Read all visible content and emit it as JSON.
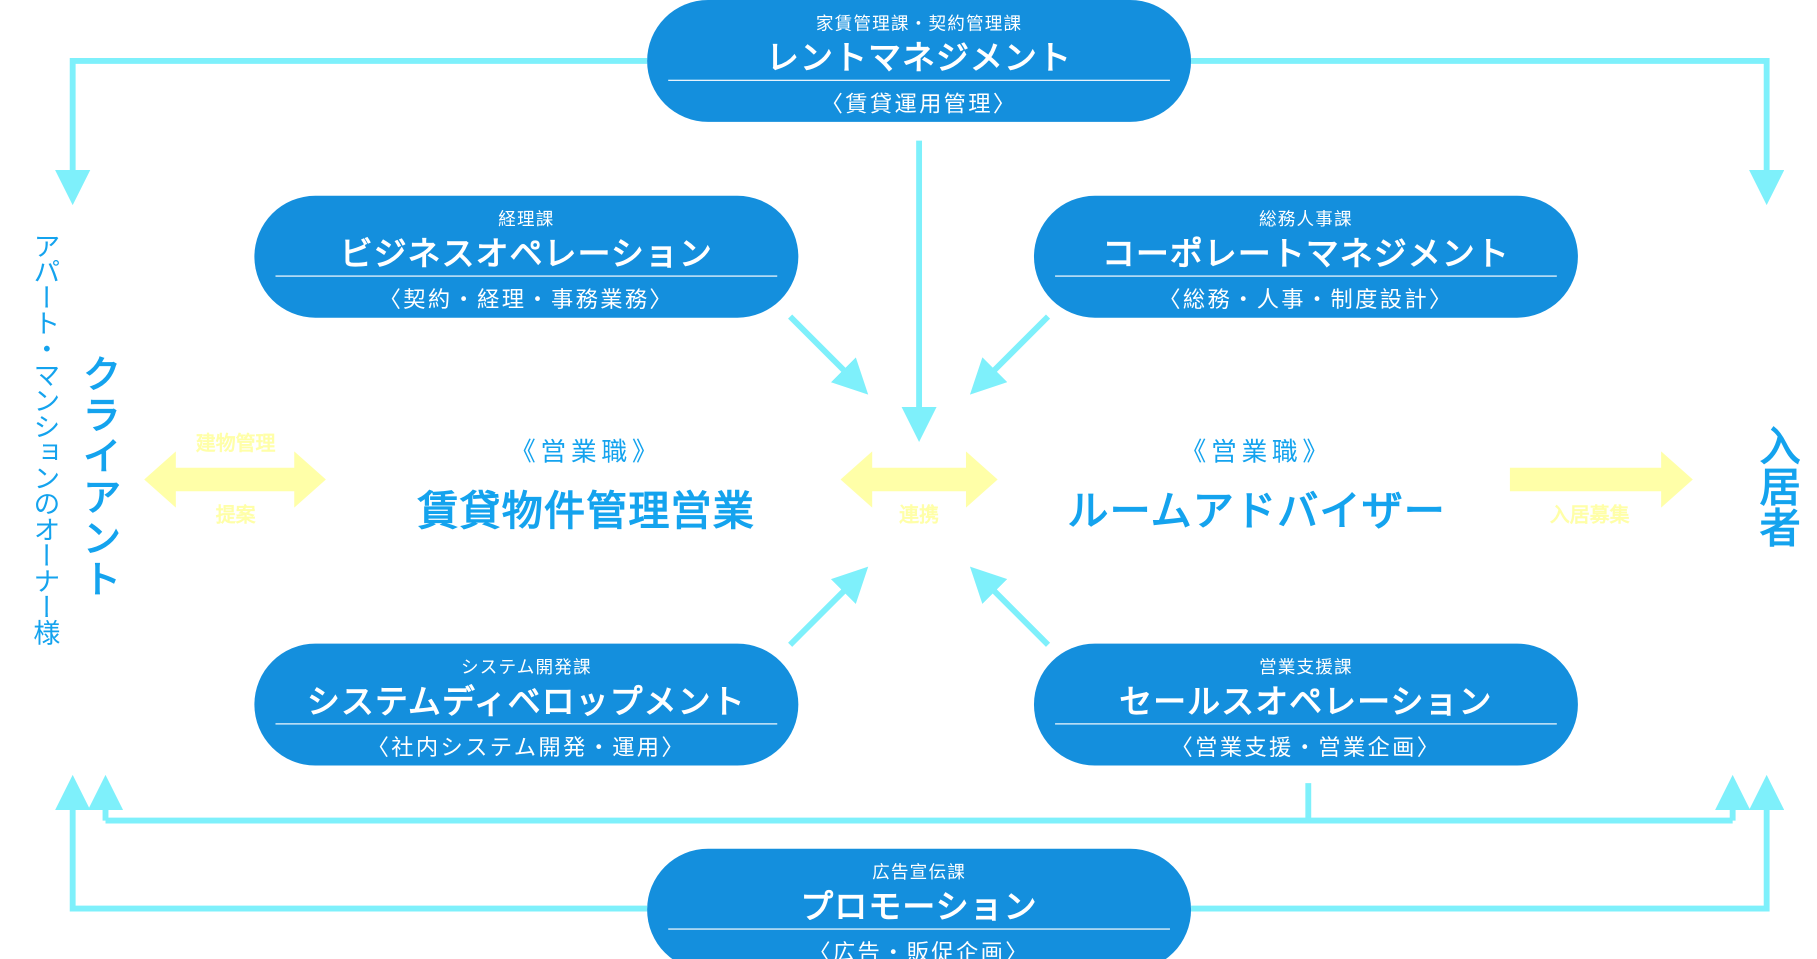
{
  "boxes": {
    "rent": {
      "dept": "家賃管理課・契約管理課",
      "title": "レントマネジメント",
      "sub": "〈賃貸運用管理〉"
    },
    "business": {
      "dept": "経理課",
      "title": "ビジネスオペレーション",
      "sub": "〈契約・経理・事務業務〉"
    },
    "corporate": {
      "dept": "総務人事課",
      "title": "コーポレートマネジメント",
      "sub": "〈総務・人事・制度設計〉"
    },
    "system": {
      "dept": "システム開発課",
      "title": "システムディベロップメント",
      "sub": "〈社内システム開発・運用〉"
    },
    "sales": {
      "dept": "営業支援課",
      "title": "セールスオペレーション",
      "sub": "〈営業支援・営業企画〉"
    },
    "promotion": {
      "dept": "広告宣伝課",
      "title": "プロモーション",
      "sub": "〈広告・販促企画〉"
    }
  },
  "client": {
    "title": "クライアント",
    "subtitle": "アパート・マンションのオーナー様"
  },
  "tenant": {
    "title": "入居者"
  },
  "roles": {
    "left": {
      "category": "《営業職》",
      "name": "賃貸物件管理営業"
    },
    "right": {
      "category": "《営業職》",
      "name": "ルームアドバイザー"
    }
  },
  "arrow_labels": {
    "client_top": "建物管理",
    "client_bottom": "提案",
    "center": "連携",
    "tenant": "入居募集"
  },
  "colors": {
    "box": "#148fdd",
    "line": "#7ef0fb",
    "yellow": "#ffffa8",
    "text": "#14a3ee"
  }
}
